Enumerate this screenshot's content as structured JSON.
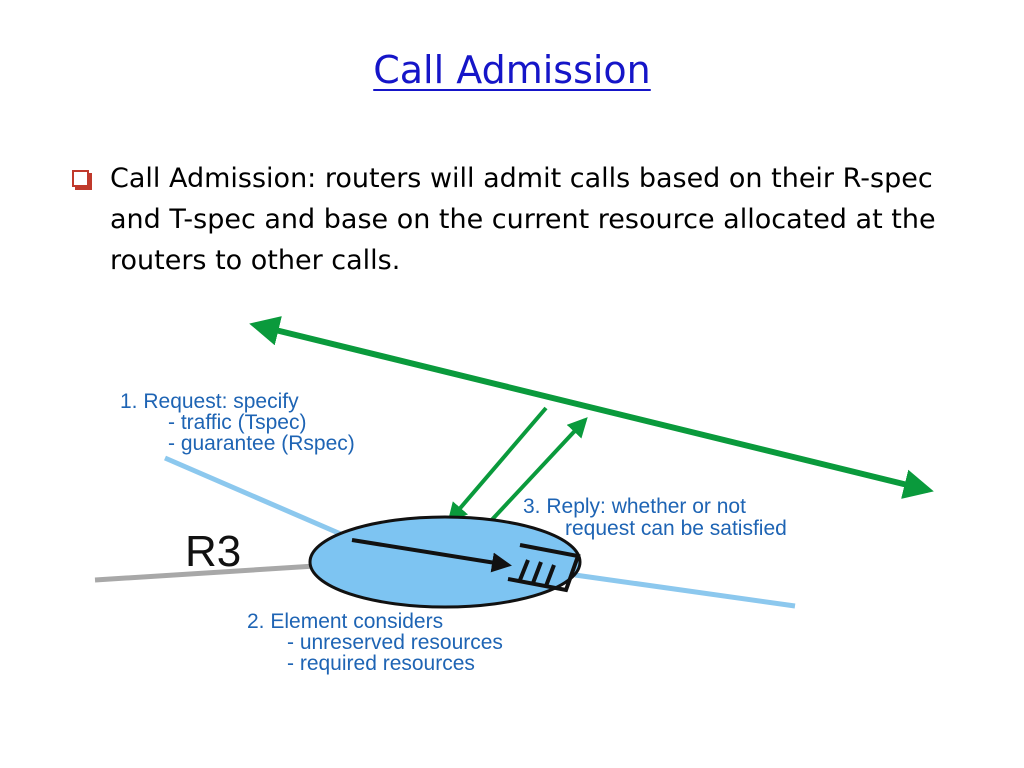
{
  "slide": {
    "title": "Call Admission",
    "bullet": "Call Admission: routers will admit calls based on their R-spec and T-spec and base on the current resource allocated at the routers to other calls."
  },
  "diagram": {
    "router_label": "R3",
    "request": {
      "line1": "1. Request: specify",
      "line2": "-  traffic (Tspec)",
      "line3": "-  guarantee (Rspec)"
    },
    "reply": {
      "line1": "3. Reply: whether or not",
      "line2": "request can be satisfied"
    },
    "element": {
      "line1": "2. Element considers",
      "line2": "- unreserved resources",
      "line3": "- required resources"
    },
    "colors": {
      "path": "#0a9a3c",
      "link": "#8cc8ee",
      "router_fill": "#7dc4f2",
      "text": "#1e64b4"
    }
  }
}
